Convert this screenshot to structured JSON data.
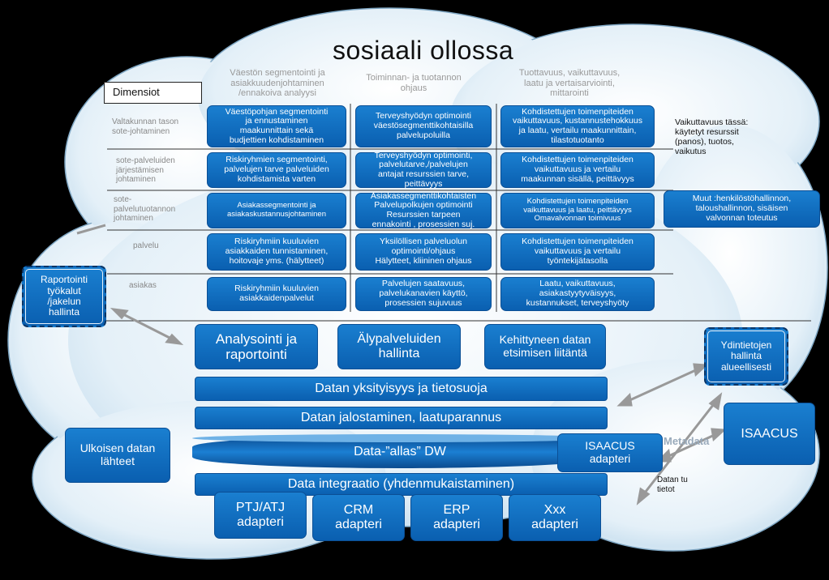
{
  "title": "sosiaalin ohjaus ja osaaminen pilvessä – arkkitehtuuri",
  "title_visible": "sosiaali ollossa",
  "dimensions_label": "Dimensiot",
  "columns": {
    "c1": "Väestön segmentointi ja\nasiakkuudenjohtaminen\n/ennakoiva analyysi",
    "c2": "Toiminnan- ja tuotannon\nohjaus",
    "c3": "Tuottavuus, vaikuttavuus,\nlaatu ja vertaisarviointi,\nmittarointi"
  },
  "rows": [
    "Valtakunnan tason\nsote-johtaminen",
    "sote-palveluiden\njärjestämisen\njohtaminen",
    "sote-\npalvelutuotannon\njohtaminen",
    "palvelu",
    "asiakas"
  ],
  "cells": {
    "r1c1": "Väestöpohjan segmentointi\nja ennustaminen\nmaakunnittain sekä\nbudjettien kohdistaminen",
    "r1c2": "Terveyshyödyn optimointi\nväestösegmenttikohtaisilla\npalvelupoluilla",
    "r1c3": "Kohdistettujen toimenpiteiden\nvaikuttavuus, kustannustehokkuus\nja laatu, vertailu maakunnittain,\ntilastotuotanto",
    "r2c1": "Riskiryhmien segmentointi,\npalvelujen tarve palveluiden\nkohdistamista varten",
    "r2c2": "Terveyshyödyn optimointi,\npalvelutarve,/palvelujen\nantajat resurssien tarve,\npeittävyys",
    "r2c3": "Kohdistettujen toimenpiteiden\nvaikuttavuus ja vertailu\nmaakunnan sisällä, peittävyys",
    "r3c1": "Asiakassegmentointi ja\nasiakaskustannusjohtaminen",
    "r3c2": "Asiakassegmenttikohtaisten\nPalvelupolkujen optimointi\nResurssien tarpeen\nennakointi , prosessien suj.",
    "r3c3": "Kohdistettujen toimenpiteiden\nvaikuttavuus ja laatu,  peittävyys\nOmavalvonnan toimivuus",
    "r4c1": "Riskiryhmiin kuuluvien\nasiakkaiden tunnistaminen,\nhoitovaje yms. (hälytteet)",
    "r4c2": "Yksilöllisen palveluolun\noptimointi/ohjaus\nHälytteet, kliininen ohjaus",
    "r4c3": "Kohdistettujen toimenpiteiden\nvaikuttavuus ja vertailu\ntyöntekijätasolla",
    "r5c1": "Riskiryhmiin kuuluvien\nasiakkaidenpalvelut",
    "r5c2": "Palvelujen saatavuus,\npalvelukanavien käyttö,\nprosessien sujuvuus",
    "r5c3": "Laatu,  vaikuttavuus,\nasiakastyytyväisyys,\nkustannukset,  terveyshyöty"
  },
  "side_notes": {
    "effectiveness": "Vaikuttavuus  tässä:\nkäytetyt resurssit\n(panos), tuotos,\nvaikutus",
    "other": "Muut :henkilöstöhallinnon,\ntaloushallinnon, sisäisen\nvalvonnan toteutus"
  },
  "layers": {
    "analytics": "Analysointi ja\nraportointi",
    "smart_services": "Älypalveluiden\nhallinta",
    "advanced_search": "Kehittyneen datan\netsimisen liitäntä",
    "privacy": "Datan yksityisyys ja tietosuoja",
    "refinement": "Datan jalostaminen, laatuparannus",
    "data_lake": "Data-”allas” DW",
    "integration": "Data integraatio (yhdenmukaistaminen)"
  },
  "adapters": {
    "ptj": "PTJ/ATJ\nadapteri",
    "crm": "CRM\nadapteri",
    "erp": "ERP\nadapteri",
    "xxx": "Xxx\nadapteri",
    "isaacus_adapter": "ISAACUS\nadapteri"
  },
  "left_boxes": {
    "reporting_tools": "Raportointi\ntyökalut\n/jakelun\nhallinta",
    "external_sources": "Ulkoisen datan\nlähteet"
  },
  "right_boxes": {
    "master_data": "Ydintietojen\nhallinta\nalueellisesti",
    "isaacus": "ISAACUS"
  },
  "metadata_label": "Metadata",
  "data_flow_label": "Datan tu\ntietot",
  "colors": {
    "box": "#0a62b4",
    "cloud": "#dcecf6",
    "background": "#000000"
  }
}
